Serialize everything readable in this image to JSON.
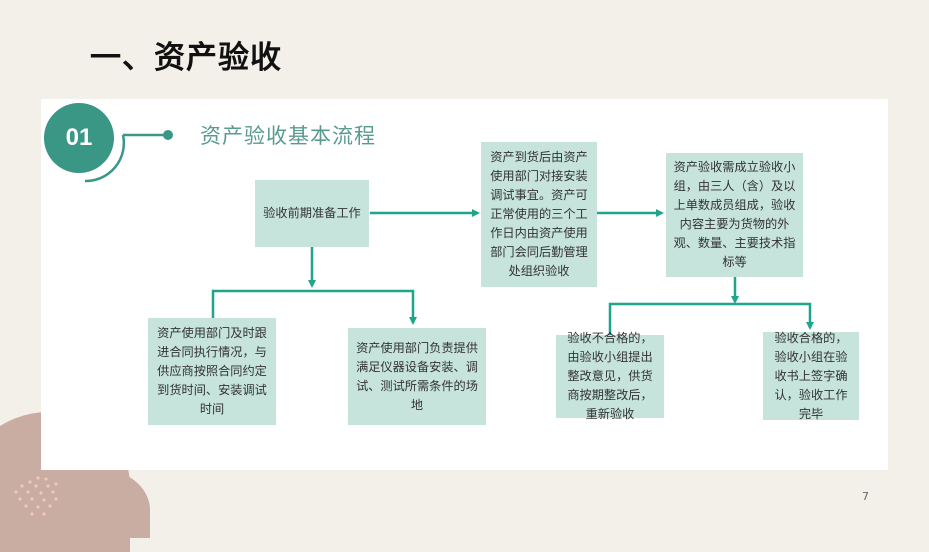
{
  "slide": {
    "title": "一、资产验收",
    "section_number": "01",
    "section_title": "资产验收基本流程",
    "page_number": "7"
  },
  "colors": {
    "accent": "#3a9685",
    "arrow": "#1fa58a",
    "box_fill": "#c6e3dc",
    "background": "#f3f0ea",
    "blob": "#c9aca2"
  },
  "flow": {
    "prep": "验收前期准备工作",
    "prep_child_1": "资产使用部门及时跟进合同执行情况，与供应商按照合同约定到货时间、安装调试时间",
    "prep_child_2": "资产使用部门负责提供满足仪器设备安装、调试、测试所需条件的场地",
    "arrival": "资产到货后由资产使用部门对接安装调试事宜。资产可正常使用的三个工作日内由资产使用部门会同后勤管理处组织验收",
    "team": "资产验收需成立验收小组，由三人（含）及以上单数成员组成，验收内容主要为货物的外观、数量、主要技术指标等",
    "fail": "验收不合格的，由验收小组提出整改意见，供货商按期整改后，重新验收",
    "pass": "验收合格的，验收小组在验收书上签字确认，验收工作完毕"
  }
}
